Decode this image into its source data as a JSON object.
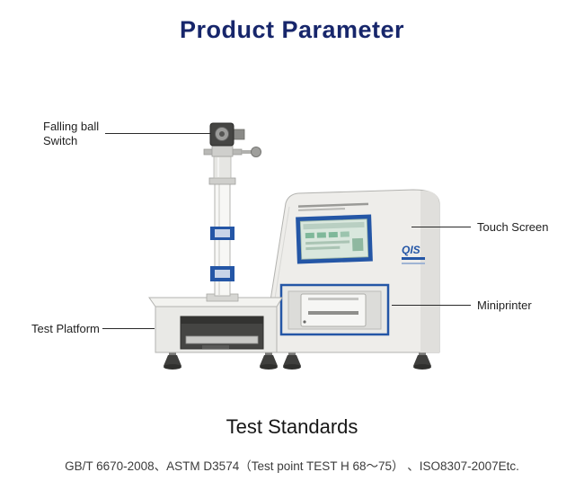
{
  "page": {
    "title": "Product Parameter",
    "section_title": "Test Standards",
    "standards": "GB/T 6670-2008、ASTM D3574（Test point TEST H 68～75） 、ISO8307-2007Etc."
  },
  "callouts": {
    "falling_ball": "Falling ball\nSwitch",
    "touch_screen": "Touch Screen",
    "miniprinter": "Miniprinter",
    "test_platform": "Test Platform"
  },
  "machine": {
    "brand": "QIS"
  },
  "colors": {
    "title_navy": "#17266b",
    "accent_blue": "#2456a6",
    "leader_line": "#2a2a2a"
  }
}
